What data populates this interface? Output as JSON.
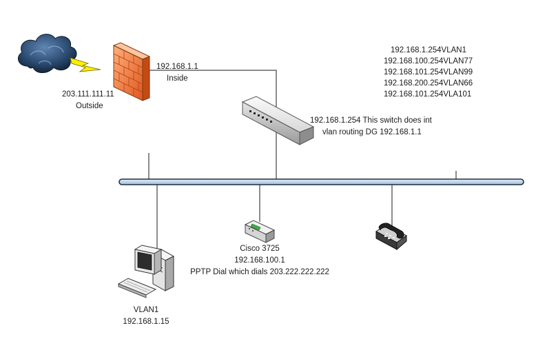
{
  "firewall": {
    "inside_ip": "192.168.1.1",
    "inside_label": "Inside",
    "outside_ip": "203.111.111.11",
    "outside_label": "Outside"
  },
  "switch": {
    "line1": "192.168.1.254 This switch does int",
    "line2": "vlan routing DG 192.168.1.1"
  },
  "vlan_list": [
    "192.168.1.254VLAN1",
    "192.168.100.254VLAN77",
    "192.168.101.254VLAN99",
    "192.168.200.254VLAN66",
    "192.168.101.254VLA101"
  ],
  "router": {
    "model": "Cisco 3725",
    "ip": "192.168.100.1",
    "note": "PPTP Dial which dials 203.222.222.222"
  },
  "pc": {
    "vlan": "VLAN1",
    "ip": "192.168.1.15"
  },
  "colors": {
    "bus_fill": "#c6d9ef",
    "bus_stroke": "#1f2d3d",
    "firewall_brick": "#f07a3c",
    "cloud": "#1f3a5c",
    "lightning": "#ffee00"
  },
  "icons": [
    "cloud-icon",
    "lightning-icon",
    "firewall-icon",
    "switch-icon",
    "router-icon",
    "computer-icon",
    "phone-icon"
  ]
}
